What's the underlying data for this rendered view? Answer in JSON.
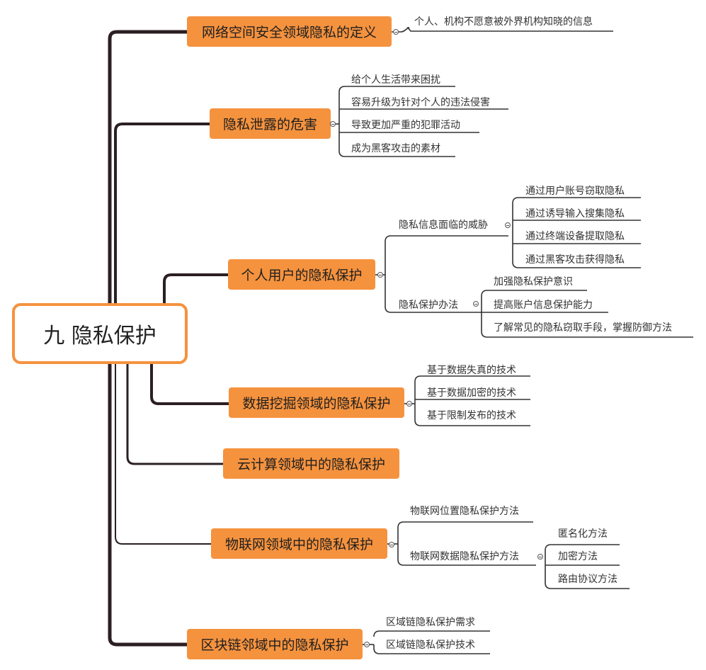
{
  "root": {
    "label": "九 隐私保护"
  },
  "topics": [
    {
      "label": "网络空间安全领域隐私的定义"
    },
    {
      "label": "隐私泄露的危害"
    },
    {
      "label": "个人用户的隐私保护"
    },
    {
      "label": "数据挖掘领域的隐私保护"
    },
    {
      "label": "云计算领域中的隐私保护"
    },
    {
      "label": "物联网领域中的隐私保护"
    },
    {
      "label": "区块链邻域中的隐私保护"
    }
  ],
  "definition": {
    "items": [
      "个人、机构不愿意被外界机构知晓的信息"
    ]
  },
  "harms": {
    "items": [
      "给个人生活带来困扰",
      "容易升级为针对个人的违法侵害",
      "导致更加严重的犯罪活动",
      "成为黑客攻击的素材"
    ]
  },
  "personal": {
    "threats": {
      "label": "隐私信息面临的威胁",
      "items": [
        "通过用户账号窃取隐私",
        "通过诱导输入搜集隐私",
        "通过终端设备提取隐私",
        "通过黑客攻击获得隐私"
      ]
    },
    "methods": {
      "label": "隐私保护办法",
      "items": [
        "加强隐私保护意识",
        "提高账户信息保护能力",
        "了解常见的隐私窃取手段，掌握防御方法"
      ]
    }
  },
  "datamining": {
    "items": [
      "基于数据失真的技术",
      "基于数据加密的技术",
      "基于限制发布的技术"
    ]
  },
  "iot": {
    "location": {
      "label": "物联网位置隐私保护方法"
    },
    "data": {
      "label": "物联网数据隐私保护方法",
      "items": [
        "匿名化方法",
        "加密方法",
        "路由协议方法"
      ]
    }
  },
  "blockchain": {
    "items": [
      "区域链隐私保护需求",
      "区域链隐私保护技术"
    ]
  }
}
